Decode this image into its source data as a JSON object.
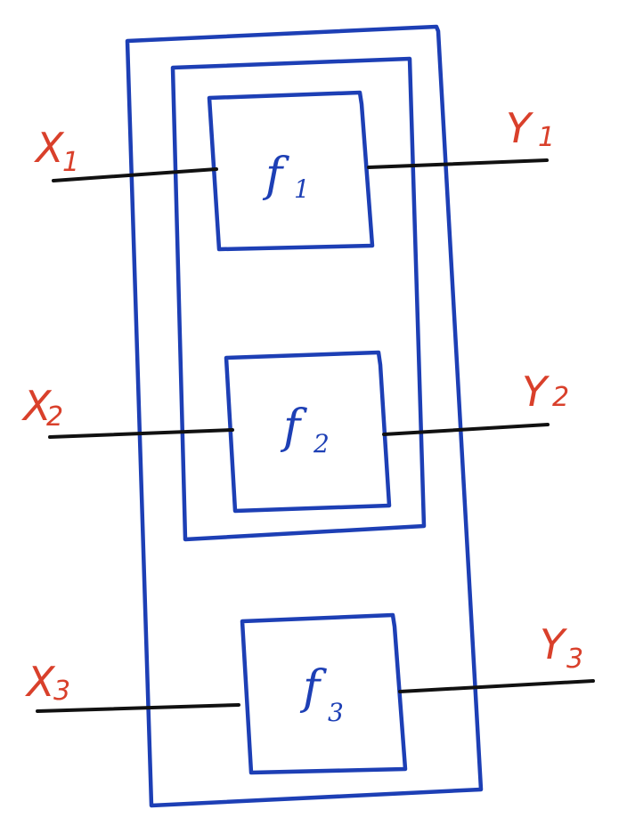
{
  "colors": {
    "boxes": "#1d3fb5",
    "wires": "#111111",
    "wire_labels": "#d9402b",
    "function_labels": "#1d3fb5",
    "background": "#ffffff"
  },
  "outer_box": {},
  "inner_box": {},
  "blocks": [
    {
      "name": "f",
      "subscript": "1",
      "input": {
        "name": "X",
        "subscript": "1"
      },
      "output": {
        "name": "Y",
        "subscript": "1"
      }
    },
    {
      "name": "f",
      "subscript": "2",
      "input": {
        "name": "X",
        "subscript": "2"
      },
      "output": {
        "name": "Y",
        "subscript": "2"
      }
    },
    {
      "name": "f",
      "subscript": "3",
      "input": {
        "name": "X",
        "subscript": "3"
      },
      "output": {
        "name": "Y",
        "subscript": "3"
      }
    }
  ]
}
